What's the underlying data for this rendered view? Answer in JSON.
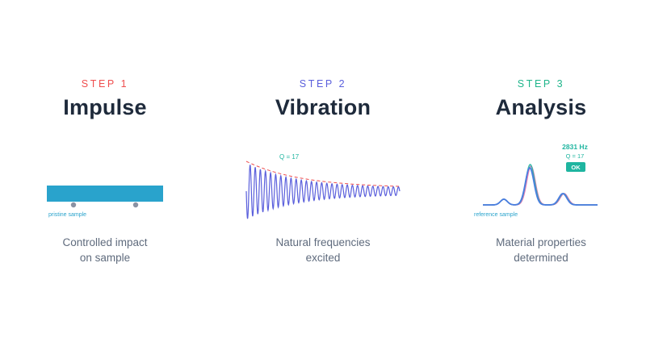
{
  "steps": [
    {
      "step_label": "STEP 1",
      "step_color": "#ef4e4e",
      "title": "Impulse",
      "desc_line1": "Controlled impact",
      "desc_line2": "on sample",
      "figure": {
        "sample_label": "pristine sample",
        "bar_color": "#29a3cc",
        "support_color": "#8a92a3"
      }
    },
    {
      "step_label": "STEP 2",
      "step_color": "#5a5fdc",
      "title": "Vibration",
      "desc_line1": "Natural frequencies",
      "desc_line2": "excited",
      "figure": {
        "q_label": "Q = 17",
        "wave_color": "#5a5fdc",
        "envelope_color": "#ef4e4e",
        "q_color": "#1fb5a0"
      }
    },
    {
      "step_label": "STEP 3",
      "step_color": "#1fb58b",
      "title": "Analysis",
      "desc_line1": "Material properties",
      "desc_line2": "determined",
      "figure": {
        "freq_label": "2831 Hz",
        "q_label": "Q = 17",
        "ok_label": "OK",
        "reference_label": "reference sample",
        "accent_color": "#1fb5a0",
        "spectrum_color": "#4a7ee0",
        "reference_color": "#e14fa0"
      }
    }
  ]
}
